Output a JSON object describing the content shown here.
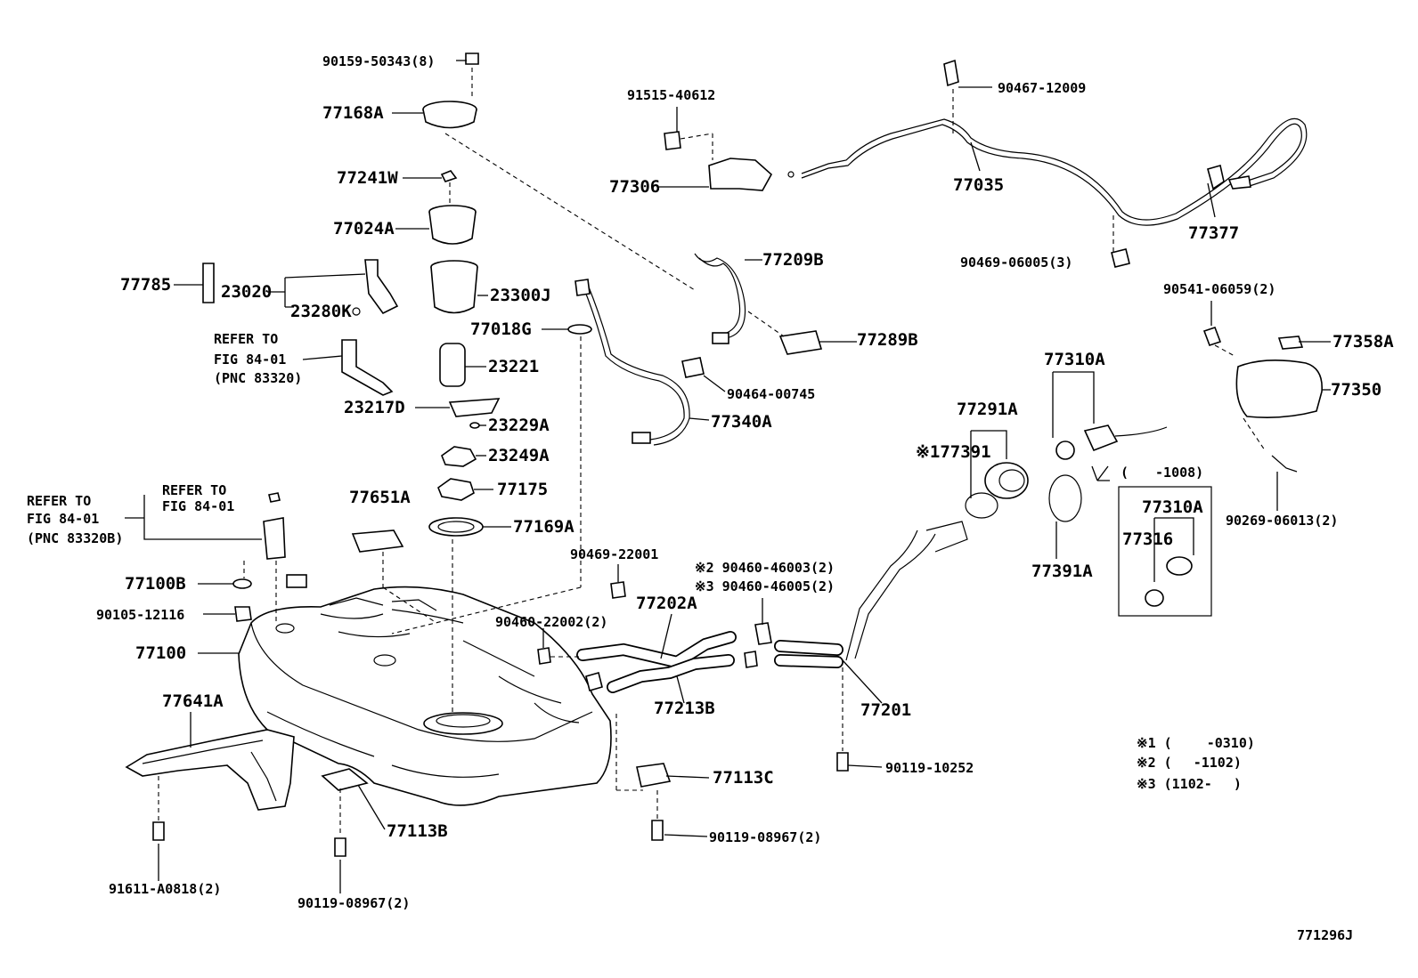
{
  "labels": {
    "p90159": "90159-50343(8)",
    "p77168A": "77168A",
    "p77241W": "77241W",
    "p77024A": "77024A",
    "p77785": "77785",
    "p23020": "23020",
    "p23280K": "23280K",
    "p23300J": "23300J",
    "p77018G": "77018G",
    "p23221": "23221",
    "p23217D": "23217D",
    "p23229A": "23229A",
    "p23249A": "23249A",
    "p77175": "77175",
    "p77651A": "77651A",
    "p77169A": "77169A",
    "p91515": "91515-40612",
    "p77306": "77306",
    "p90467": "90467-12009",
    "p77035": "77035",
    "p77377": "77377",
    "p90469_06005": "90469-06005(3)",
    "p77209B": "77209B",
    "p77289B": "77289B",
    "p90464": "90464-00745",
    "p77340A": "77340A",
    "p90541": "90541-06059(2)",
    "p77358A": "77358A",
    "p77350": "77350",
    "p90269": "90269-06013(2)",
    "p77310A_top": "77310A",
    "p77291A": "77291A",
    "p177391": "※177391",
    "p1008": "(　　-1008)",
    "p77310A_box": "77310A",
    "p77316": "77316",
    "p77391A": "77391A",
    "p90469_22001": "90469-22001",
    "p90460_46003": "※2 90460-46003(2)",
    "p90460_46005": "※3 90460-46005(2)",
    "p90460_22002": "90460-22002(2)",
    "p77202A": "77202A",
    "p77213B": "77213B",
    "p77201": "77201",
    "p77100B": "77100B",
    "p90105": "90105-12116",
    "p77100": "77100",
    "p77641A": "77641A",
    "p77113B": "77113B",
    "p77113C": "77113C",
    "p90119_10252": "90119-10252",
    "p90119_08967_r": "90119-08967(2)",
    "p90119_08967_l": "90119-08967(2)",
    "p91611": "91611-A0818(2)",
    "refer1_l1": "REFER TO",
    "refer1_l2": "FIG 84-01",
    "refer1_l3": "(PNC 83320)",
    "refer2_l1": "REFER TO",
    "refer2_l2": "FIG 84-01",
    "refer2_l3": "(PNC 83320B)",
    "refer3_l1": "REFER TO",
    "refer3_l2": "FIG 84-01",
    "note1": "※1 (　　 -0310)",
    "note2": "※2 (　 -1102)",
    "note3": "※3 (1102-　 )",
    "figure_id": "771296J"
  }
}
